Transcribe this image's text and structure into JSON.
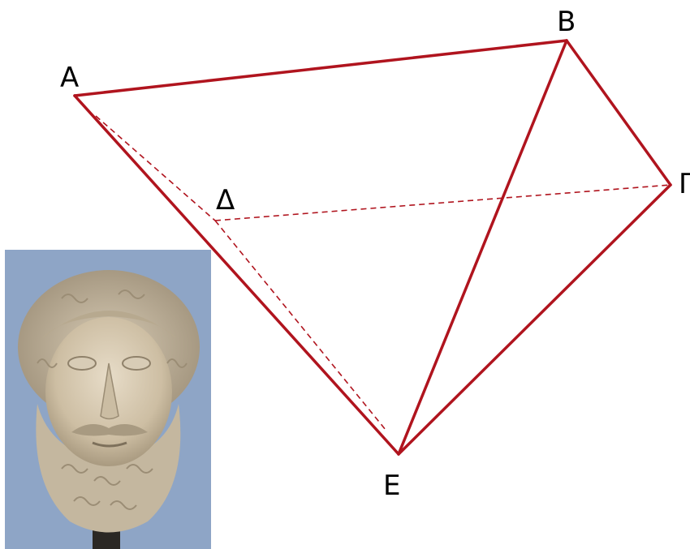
{
  "figure": {
    "vertices": [
      {
        "id": "A",
        "label": "Α"
      },
      {
        "id": "B",
        "label": "Β"
      },
      {
        "id": "G",
        "label": "Γ"
      },
      {
        "id": "D",
        "label": "Δ"
      },
      {
        "id": "E",
        "label": "Ε"
      }
    ],
    "solid_edges": [
      [
        "A",
        "B"
      ],
      [
        "B",
        "G"
      ],
      [
        "G",
        "E"
      ],
      [
        "A",
        "E"
      ],
      [
        "B",
        "E"
      ]
    ],
    "dashed_edges": [
      [
        "A",
        "D"
      ],
      [
        "D",
        "G"
      ],
      [
        "D",
        "E"
      ]
    ],
    "colors": {
      "edge": "#b0141e",
      "label": "#000000",
      "portrait_background": "#8ea5c6",
      "marble": "#d9cdb8"
    },
    "portrait": {
      "icon": "marble-bust-portrait-icon"
    }
  }
}
